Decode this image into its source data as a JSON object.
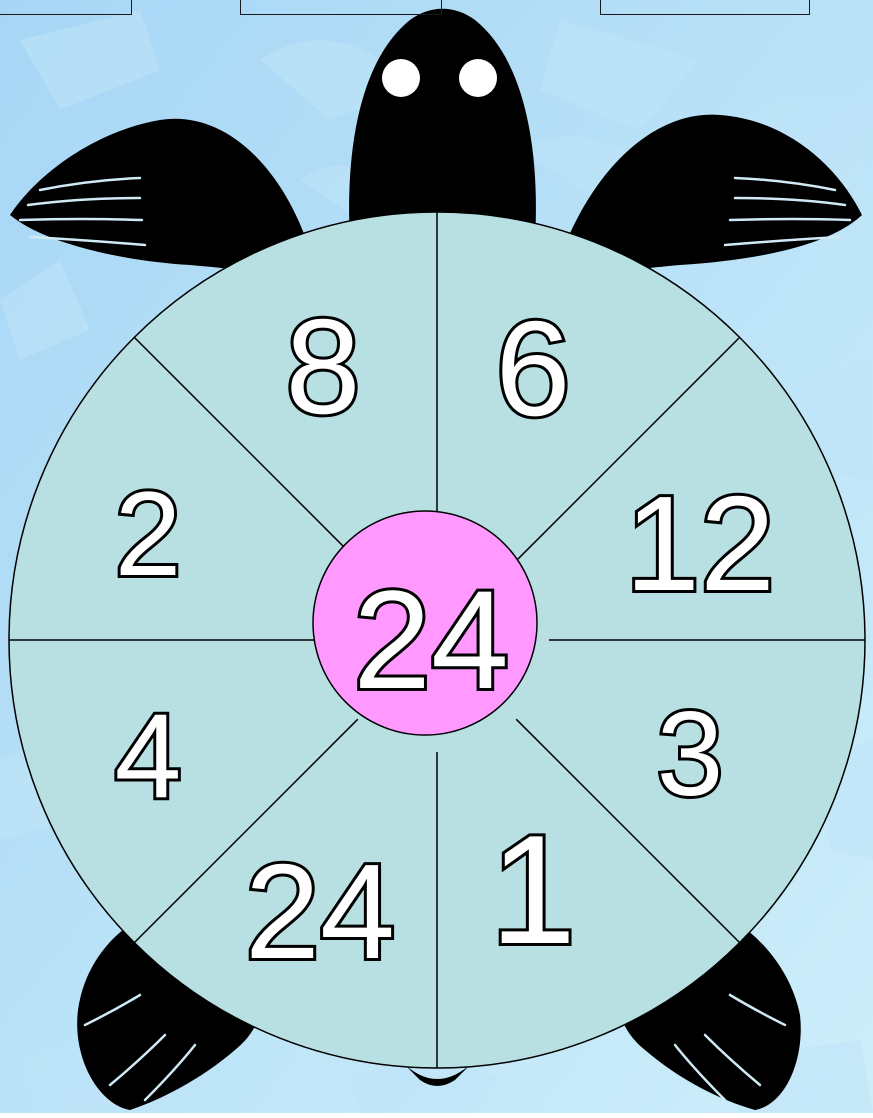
{
  "colors": {
    "background_light": "#cdeefa",
    "background_dark": "#a7d6f5",
    "pattern": "#bfe4f8",
    "shell_segment": "#b8e0e3",
    "center_circle": "#ff99ff",
    "turtle_body": "#000000",
    "flipper_stripe": "#cfe9f5",
    "eye": "#ffffff",
    "number_fill": "#ffffff",
    "number_outline": "#000000"
  },
  "answer_boxes": [
    {
      "value": ""
    },
    {
      "value": ""
    },
    {
      "value": ""
    }
  ],
  "center_number": "24",
  "segment_numbers": [
    "6",
    "12",
    "3",
    "1",
    "24",
    "4",
    "2",
    "8"
  ]
}
